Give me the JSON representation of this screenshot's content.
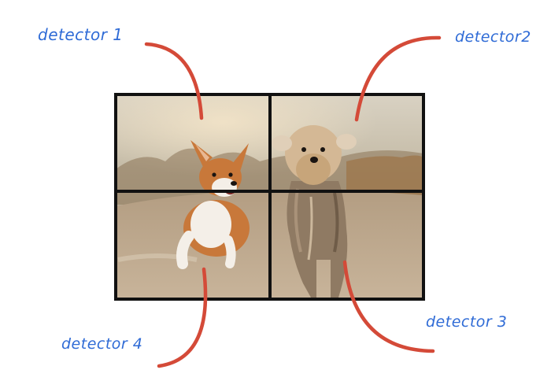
{
  "labels": {
    "detector_1": "detector 1",
    "detector_2": "detector2",
    "detector_3": "detector 3",
    "detector_4": "detector 4"
  },
  "colors": {
    "label": "#2f6bd6",
    "connector": "#d44a38",
    "grid_line": "#111111",
    "sky": "#cfc8b8",
    "ground": "#b9a48a",
    "corgi_fur": "#c8783a",
    "terrier_fur": "#8f7a63"
  },
  "image": {
    "description_icon": "photo-two-dogs-running",
    "grid": {
      "rows": 2,
      "cols": 2
    }
  }
}
